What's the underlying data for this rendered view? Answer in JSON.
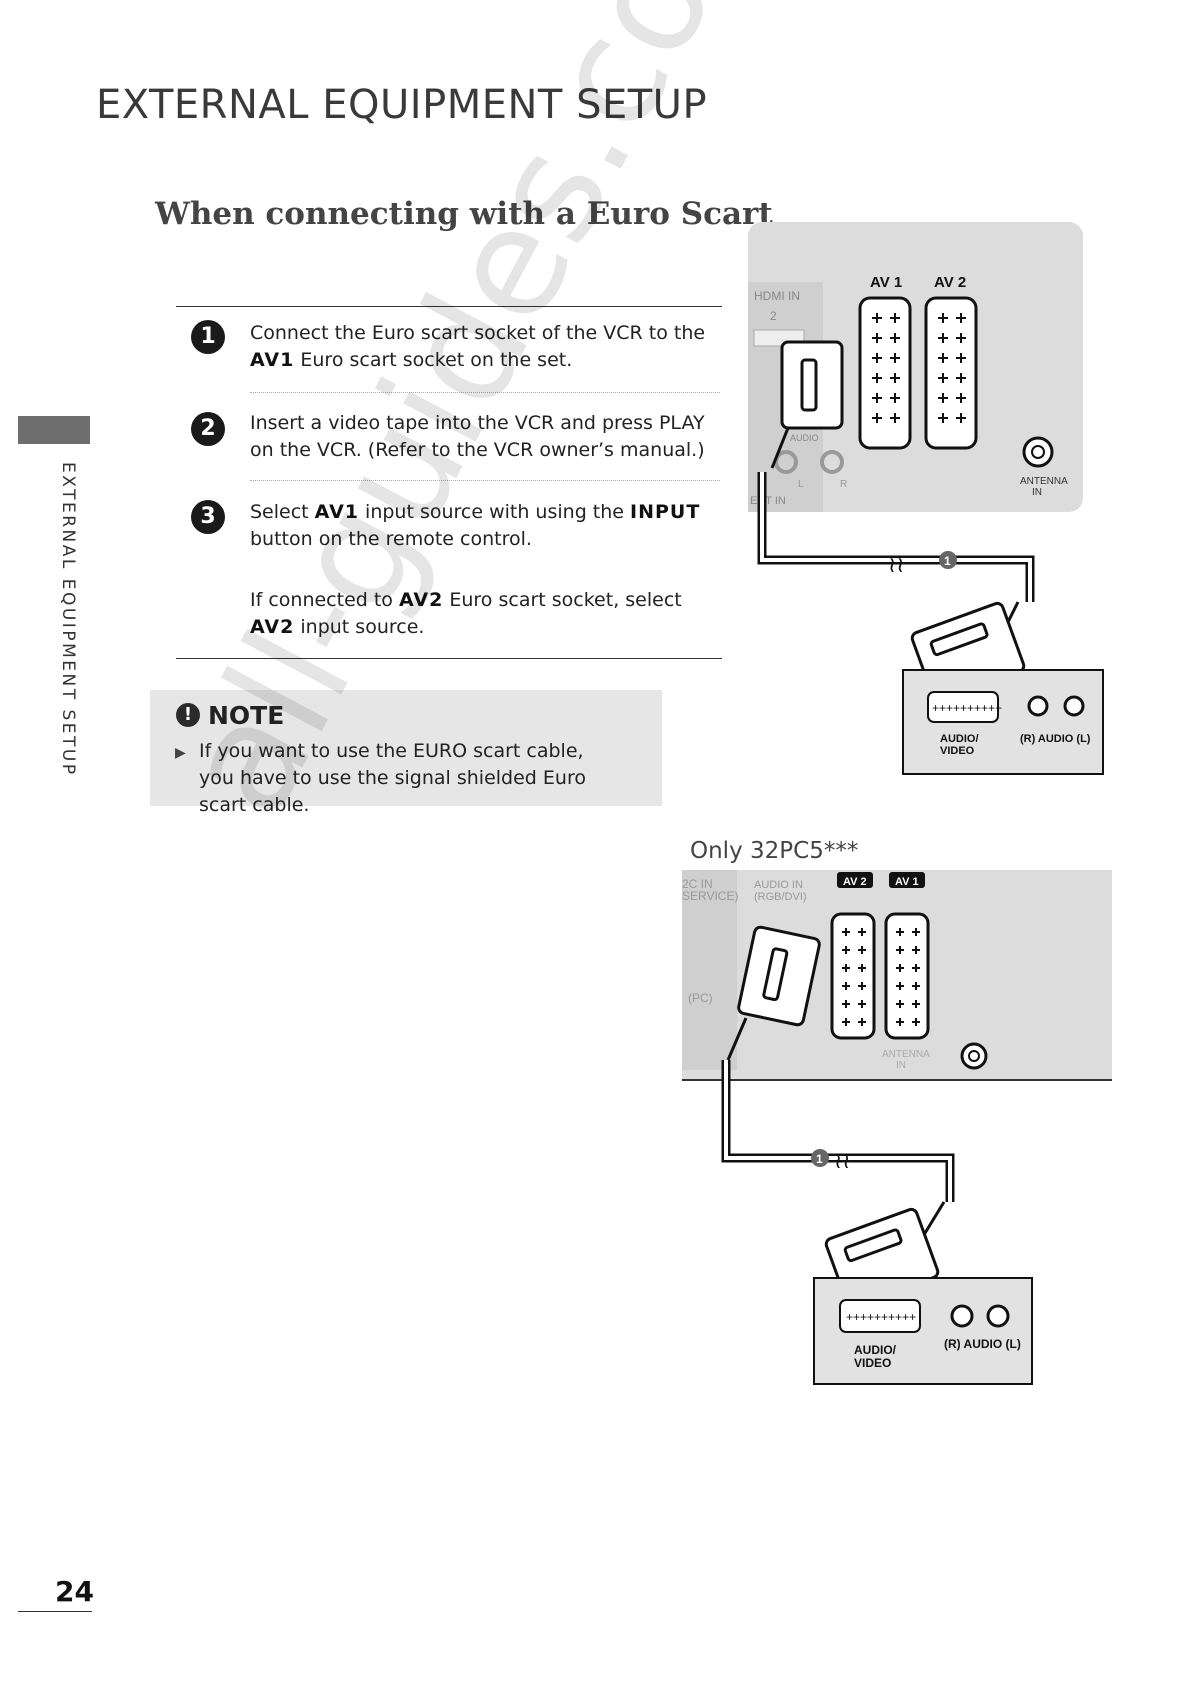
{
  "header": {
    "title": "EXTERNAL EQUIPMENT SETUP"
  },
  "section": {
    "title": "When connecting with a Euro Scart"
  },
  "sidebar": {
    "label": "EXTERNAL EQUIPMENT SETUP"
  },
  "steps": [
    {
      "number": "1",
      "text_a": "Connect the Euro scart socket of the VCR to the ",
      "kw_a": "AV1",
      "text_b": " Euro scart socket on the set."
    },
    {
      "number": "2",
      "text_a": "Insert a video tape into the VCR and press PLAY on the VCR. (Refer to the VCR owner’s manual.)"
    },
    {
      "number": "3",
      "text_a": "Select ",
      "kw_a": "AV1",
      "text_b": " input source with using the ",
      "kw_b": "INPUT",
      "text_c": " button on the remote control.",
      "extra_a": "If connected to ",
      "extra_kw_a": "AV2",
      "extra_b": " Euro scart socket, select ",
      "extra_kw_b": "AV2",
      "extra_c": " input source."
    }
  ],
  "note": {
    "icon": "!",
    "title": "NOTE",
    "bullet": "▶",
    "text": "If you want to use the EURO scart cable, you have to use the signal shielded Euro scart cable."
  },
  "diagram1": {
    "hdmi_label": "HDMI IN",
    "hdmi_num": "2",
    "av1": "AV 1",
    "av2": "AV 2",
    "antenna": "ANTENNA",
    "antenna_in": "IN",
    "audio_small": "AUDIO",
    "l": "L",
    "r": "R",
    "ment_in": "ENT IN",
    "marker": "1",
    "vcr_av": "AUDIO/",
    "vcr_video": "VIDEO",
    "vcr_audio": "(R) AUDIO (L)"
  },
  "diagram2": {
    "caption": "Only 32PC5***",
    "rs232_a": "2C IN",
    "rs232_b": "SERVICE)",
    "audio_in_a": "AUDIO IN",
    "audio_in_b": "(RGB/DVI)",
    "av2": "AV 2",
    "av1": "AV 1",
    "pc": "(PC)",
    "antenna": "ANTENNA",
    "antenna_in": "IN",
    "marker": "1",
    "vcr_av": "AUDIO/",
    "vcr_video": "VIDEO",
    "vcr_audio": "(R) AUDIO (L)"
  },
  "watermark": "all-guides.com",
  "footer": {
    "page_number": "24"
  }
}
